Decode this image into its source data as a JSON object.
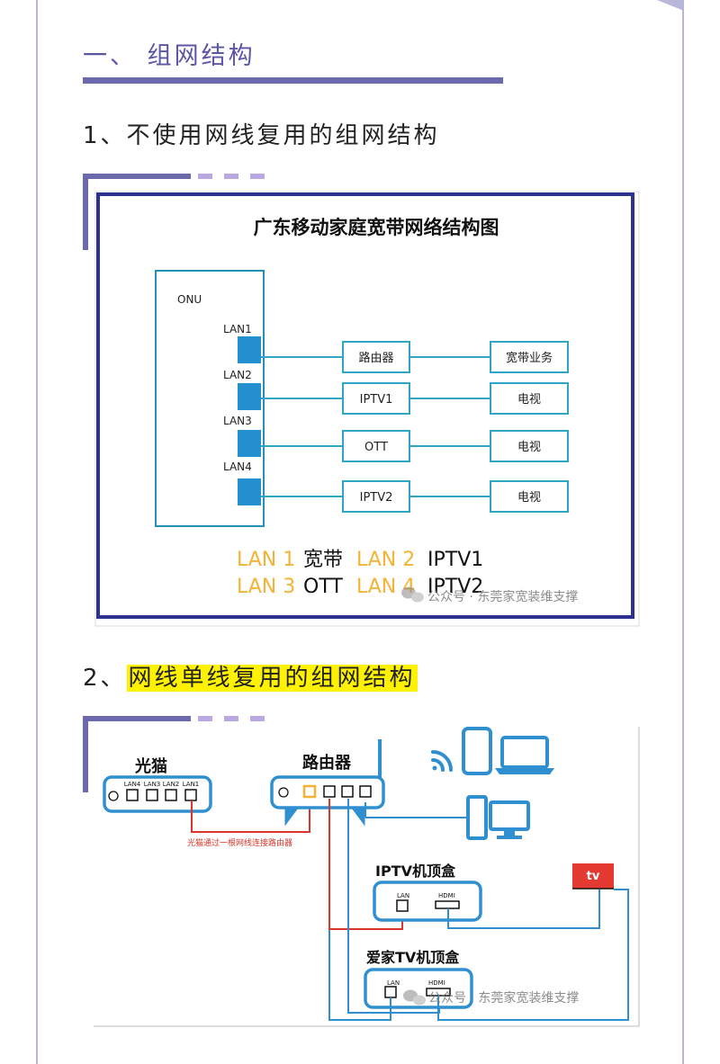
{
  "section1": {
    "heading": "一、 组网结构",
    "sub1": "1、不使用网线复用的组网结构",
    "sub2_prefix": "2、",
    "sub2_highlight": "网线单线复用的组网结构"
  },
  "diagram1": {
    "title": "广东移动家庭宽带网络结构图",
    "onu_label": "ONU",
    "ports": [
      "LAN1",
      "LAN2",
      "LAN3",
      "LAN4"
    ],
    "middle_boxes": [
      "路由器",
      "IPTV1",
      "OTT",
      "IPTV2"
    ],
    "right_boxes": [
      "宽带业务",
      "电视",
      "电视",
      "电视"
    ],
    "legend": {
      "lan1_key": "LAN 1",
      "lan1_val": "宽带",
      "lan2_key": "LAN 2",
      "lan2_val": "IPTV1",
      "lan3_key": "LAN 3",
      "lan3_val": "OTT",
      "lan4_key": "LAN 4",
      "lan4_val": "IPTV2"
    },
    "watermark": "公众号 · 东莞家宽装维支撑"
  },
  "diagram2": {
    "modem_title": "光猫",
    "modem_ports": [
      "LAN4",
      "LAN3",
      "LAN2",
      "LAN1"
    ],
    "router_title": "路由器",
    "red_note": "光猫通过一根网线连接路由器",
    "iptv_box_title": "IPTV机顶盒",
    "iptv_lan": "LAN",
    "iptv_hdmi": "HDMI",
    "aijia_box_title": "爱家TV机顶盒",
    "aijia_lan": "LAN",
    "aijia_hdmi": "HDMI",
    "tv_label": "tv",
    "watermark": "公众号 · 东莞家宽装维支撑"
  },
  "colors": {
    "accent": "#6d69ad",
    "orange_key": "#f5b335",
    "teal_line": "#2fa6c4",
    "device_blue": "#2f8fd0",
    "red_line": "#d9362b",
    "tv_red": "#e53a31"
  }
}
